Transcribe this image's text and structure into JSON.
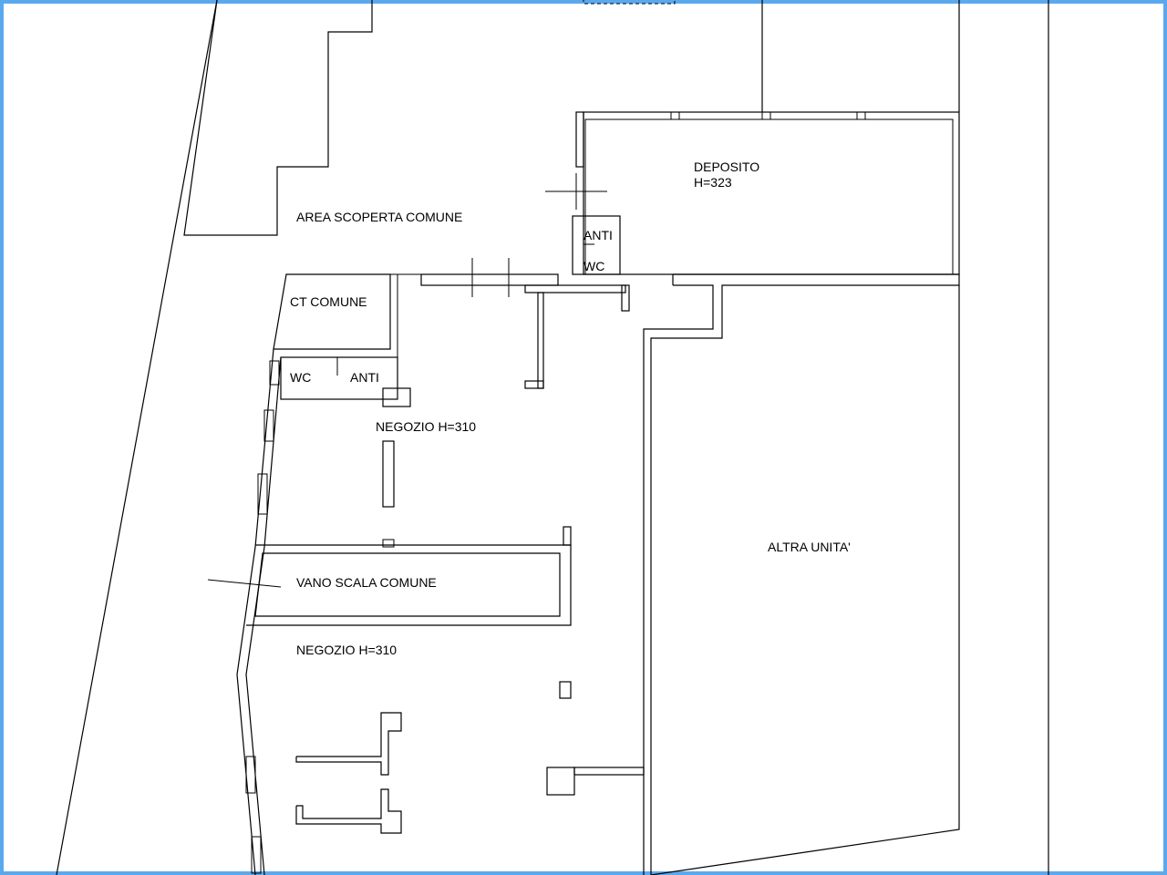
{
  "rooms": {
    "area_scoperta": "AREA SCOPERTA COMUNE",
    "deposito": "DEPOSITO",
    "deposito_height": "H=323",
    "anti_top": "ANTI",
    "wc_top": "WC",
    "ct_comune": "CT COMUNE",
    "wc_left": "WC",
    "anti_left": "ANTI",
    "negozio_upper": "NEGOZIO H=310",
    "vano_scala": "VANO SCALA COMUNE",
    "negozio_lower": "NEGOZIO H=310",
    "altra_unita": "ALTRA UNITA'"
  },
  "colors": {
    "frame_border": "#5aa9ef",
    "line": "#000000",
    "background": "#ffffff"
  }
}
